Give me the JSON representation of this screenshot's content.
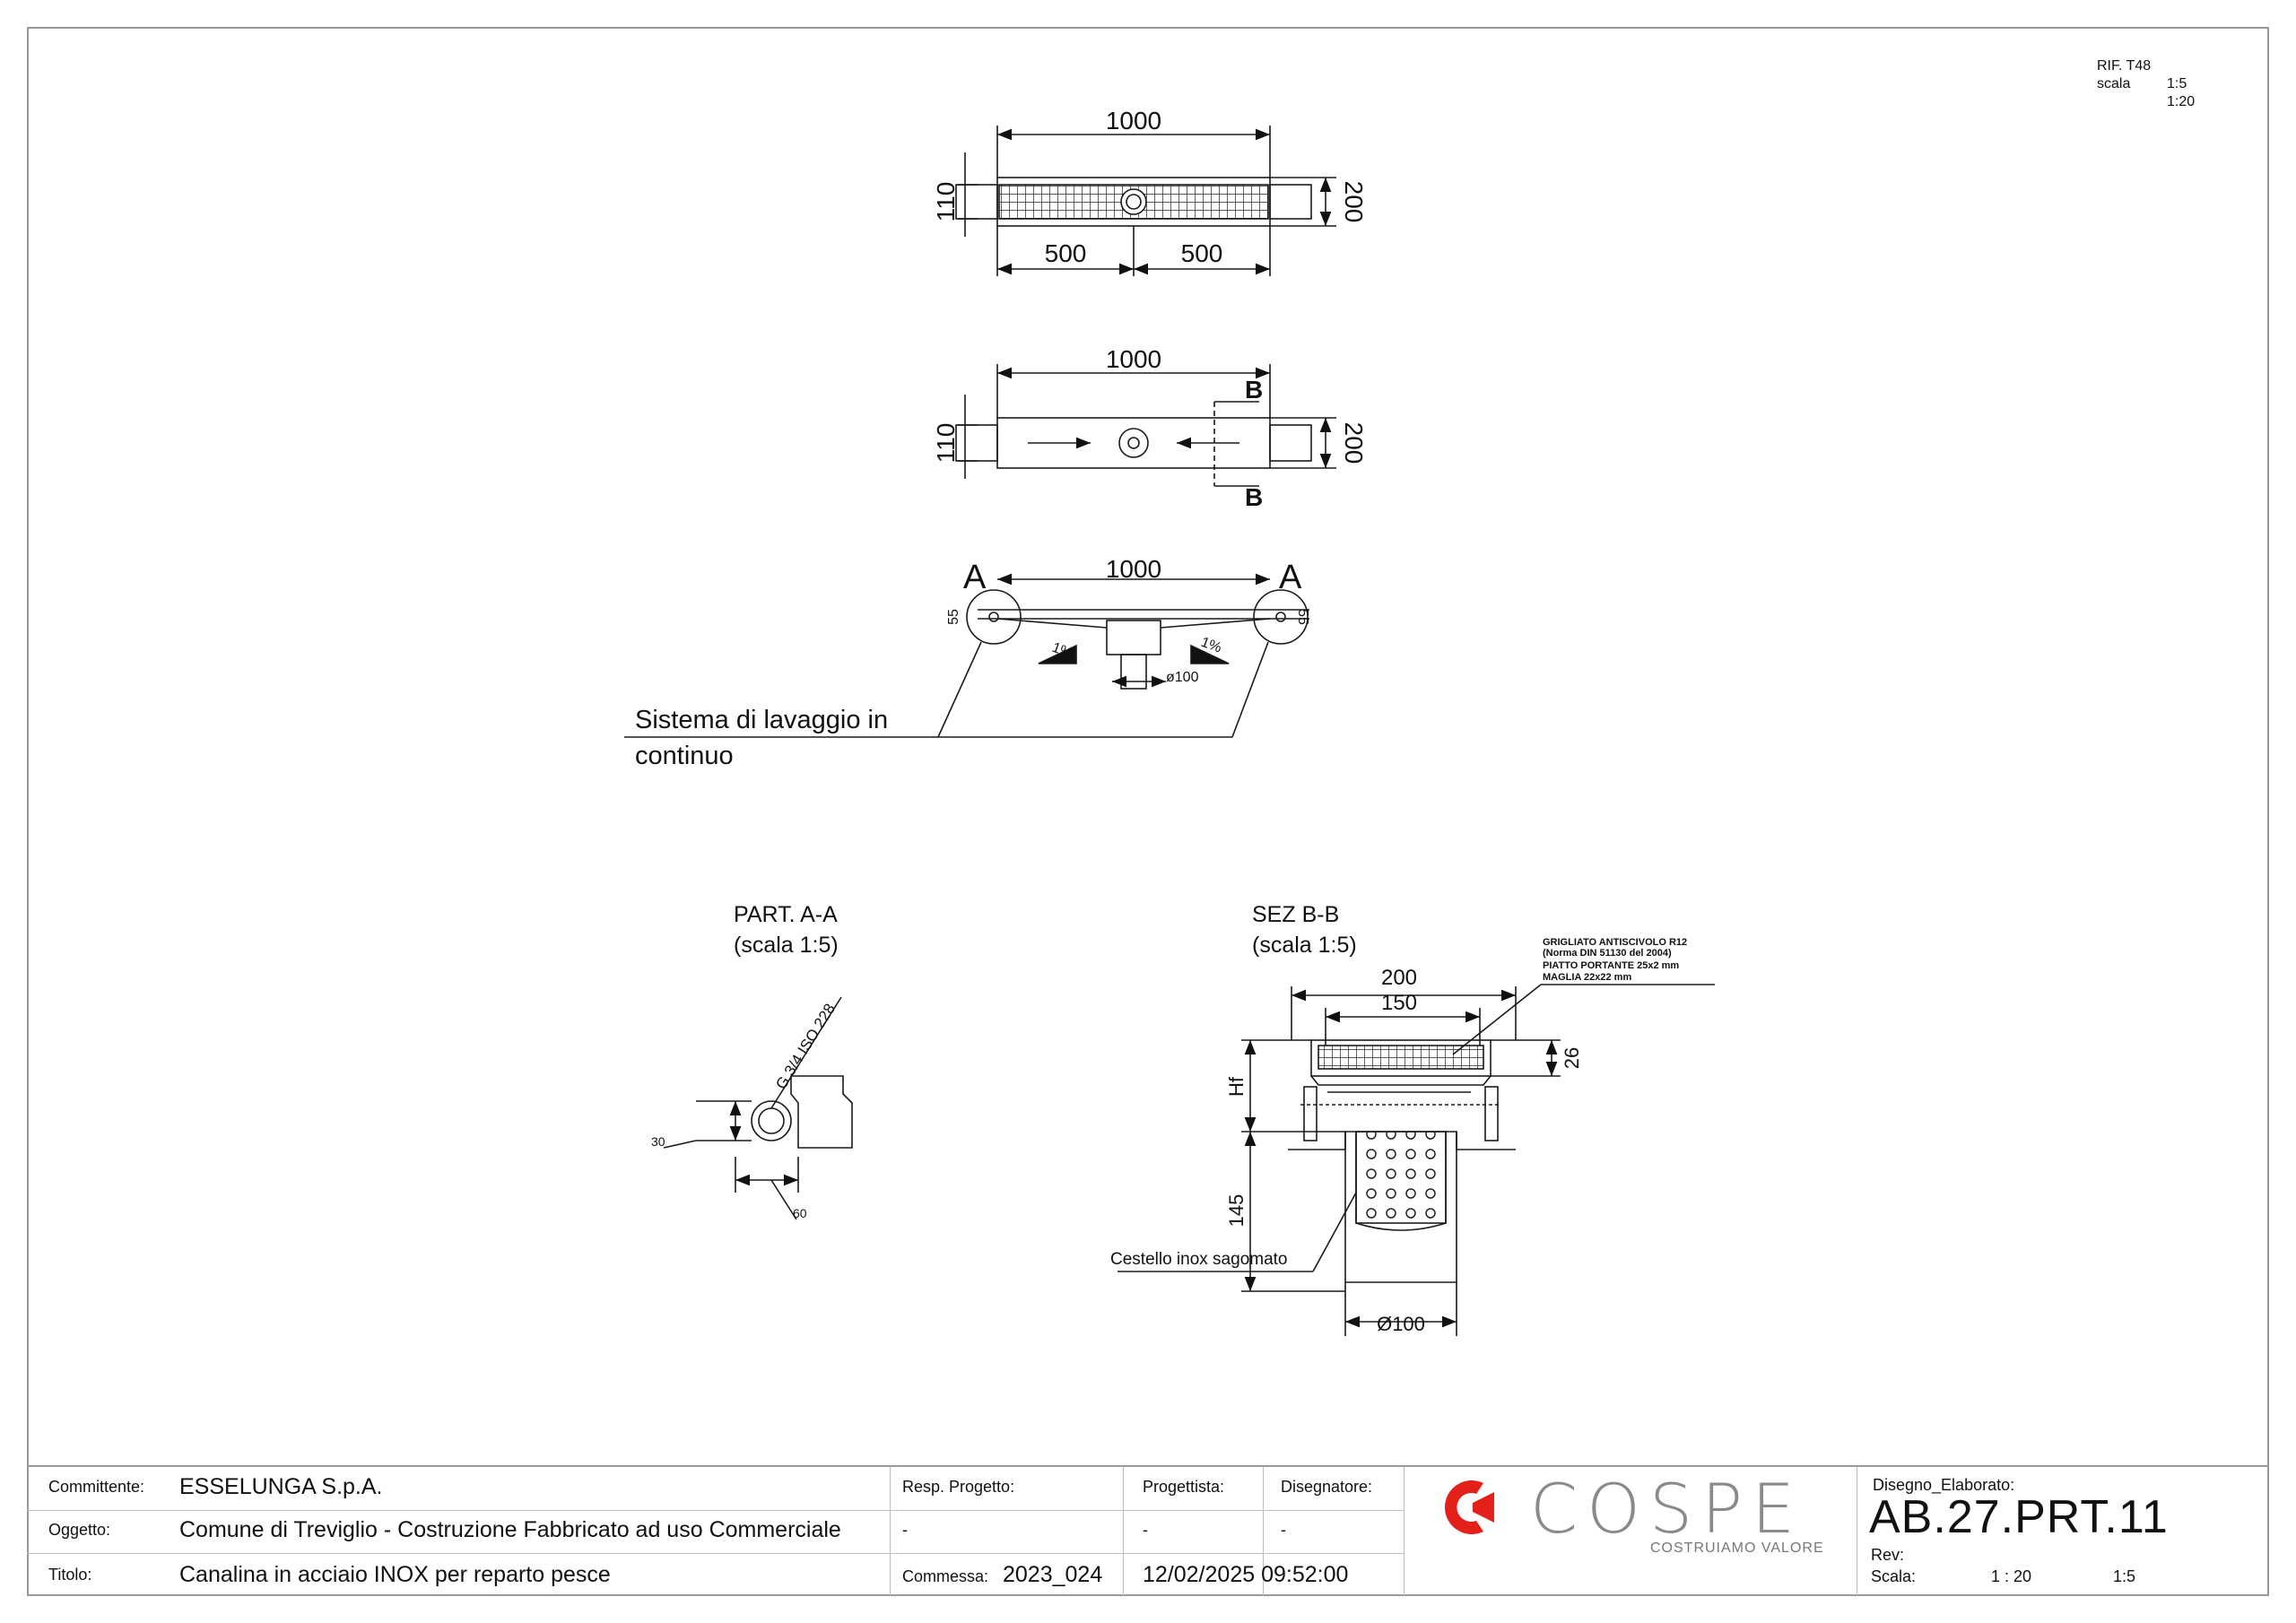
{
  "sheet": {
    "ref_label": "RIF. T48",
    "scale_label": "scala",
    "scale_1": "1:5",
    "scale_2": "1:20"
  },
  "plan_view": {
    "length": "1000",
    "half_left": "500",
    "half_right": "500",
    "width_left": "110",
    "width_right": "200"
  },
  "middle_view": {
    "length": "1000",
    "width_left": "110",
    "width_right": "200",
    "section_mark": "B"
  },
  "side_view": {
    "length": "1000",
    "detail_mark": "A",
    "end_dim": "55",
    "slope": "1%",
    "outlet": "ø100",
    "note_line1": "Sistema di lavaggio in",
    "note_line2": "continuo"
  },
  "detail_a": {
    "title": "PART. A-A",
    "scale": "(scala 1:5)",
    "thread": "G 3/4 ISO 228",
    "dim_height": "30",
    "dim_width": "60"
  },
  "section_b": {
    "title": "SEZ B-B",
    "scale": "(scala 1:5)",
    "note_1": "GRIGLIATO ANTISCIVOLO R12",
    "note_2": "(Norma DIN 51130 del 2004)",
    "note_3": "PIATTO PORTANTE 25x2 mm",
    "note_4": "MAGLIA 22x22 mm",
    "dim_outer": "200",
    "dim_inner": "150",
    "dim_grate": "26",
    "dim_hf": "Hf",
    "dim_depth": "145",
    "dim_outlet": "Ø100",
    "basket_note": "Cestello inox sagomato"
  },
  "title_block": {
    "client_label": "Committente:",
    "client": "ESSELUNGA S.p.A.",
    "object_label": "Oggetto:",
    "object": "Comune di Treviglio - Costruzione Fabbricato ad uso Commerciale",
    "title_label": "Titolo:",
    "title": "Canalina in acciaio INOX per reparto pesce",
    "resp_label": "Resp. Progetto:",
    "resp_value": "-",
    "designer_label": "Progettista:",
    "designer_value": "-",
    "drafter_label": "Disegnatore:",
    "drafter_value": "-",
    "order_label": "Commessa:",
    "order": "2023_024",
    "datetime": "12/02/2025 09:52:00",
    "brand": "COSPE",
    "tagline": "COSTRUIAMO VALORE",
    "drawing_label": "Disegno_Elaborato:",
    "drawing_code": "AB.27.PRT.11",
    "rev_label": "Rev:",
    "scale_label": "Scala:",
    "scale_a": "1 : 20",
    "scale_b": "1:5"
  },
  "colors": {
    "brand_red": "#e4201b",
    "brand_grey": "#8a8a8a",
    "line": "#1a1a1a"
  }
}
